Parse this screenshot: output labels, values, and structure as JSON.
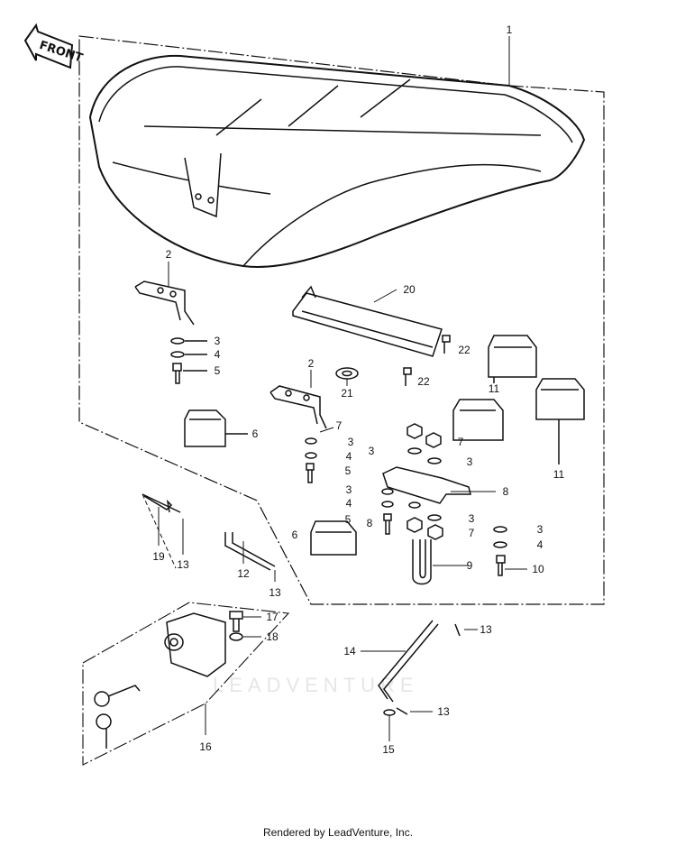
{
  "diagram": {
    "front_label": "FRONT",
    "watermark": "LEADVENTURE",
    "footer": "Rendered by LeadVenture, Inc.",
    "callouts": [
      "1",
      "2",
      "20",
      "3",
      "4",
      "5",
      "22",
      "22",
      "2",
      "21",
      "11",
      "6",
      "7",
      "3",
      "7",
      "4",
      "3",
      "3",
      "5",
      "11",
      "3",
      "8",
      "4",
      "3",
      "8",
      "5",
      "7",
      "3",
      "4",
      "9",
      "10",
      "6",
      "19",
      "13",
      "12",
      "13",
      "17",
      "18",
      "13",
      "14",
      "13",
      "15",
      "16"
    ]
  }
}
